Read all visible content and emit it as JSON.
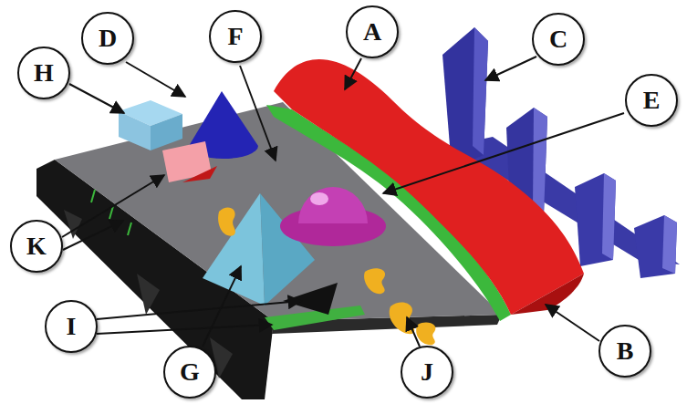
{
  "diagram": {
    "nodes": [
      {
        "text": [
          "D"
        ]
      },
      {
        "text": [
          "F"
        ]
      },
      {
        "text": [
          "A"
        ]
      },
      {
        "text": [
          "C"
        ]
      },
      {
        "text": [
          "H"
        ]
      },
      {
        "text": [
          "E"
        ]
      },
      {
        "text": [
          "K"
        ]
      },
      {
        "text": [
          "I"
        ]
      },
      {
        "text": [
          "B"
        ]
      },
      {
        "text": [
          "G"
        ]
      },
      {
        "text": [
          "J"
        ]
      }
    ]
  }
}
